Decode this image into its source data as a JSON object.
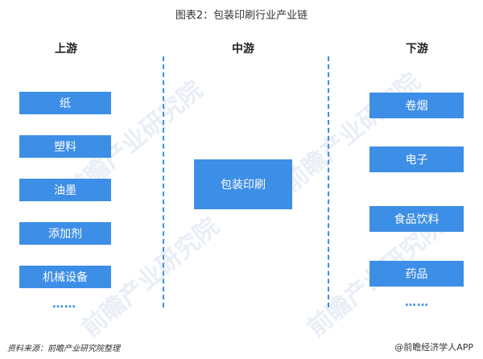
{
  "title": "图表2：包装印刷行业产业链",
  "columns": {
    "upstream": {
      "heading": "上游",
      "items": [
        "纸",
        "塑料",
        "油墨",
        "添加剂",
        "机械设备"
      ],
      "ellipsis": "……"
    },
    "midstream": {
      "heading": "中游",
      "items": [
        "包装印刷"
      ]
    },
    "downstream": {
      "heading": "下游",
      "items": [
        "卷烟",
        "电子",
        "食品饮料",
        "药品"
      ],
      "ellipsis": "……"
    }
  },
  "footer": {
    "source": "资料来源：前瞻产业研究院整理",
    "brand": "@前瞻经济学人APP"
  },
  "colors": {
    "box": "#3d8ee6",
    "divider": "#3d8ee6"
  }
}
